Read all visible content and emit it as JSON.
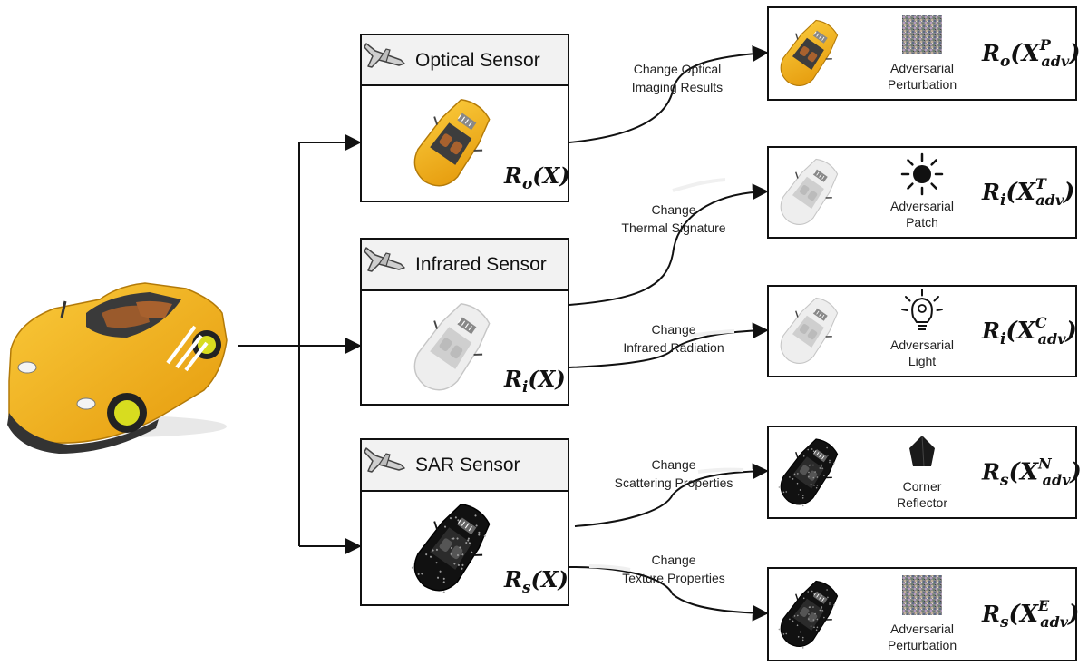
{
  "colors": {
    "car_yellow": "#F2B21B",
    "box_header": "#F2F2F2",
    "line": "#111111"
  },
  "input": {
    "icon": "sports-car-image"
  },
  "sensors": [
    {
      "id": "optical",
      "title": "Optical Sensor",
      "result_base": "R",
      "result_sub": "o",
      "result_arg": "(X)",
      "image_style": "color"
    },
    {
      "id": "infrared",
      "title": "Infrared Sensor",
      "result_base": "R",
      "result_sub": "i",
      "result_arg": "(X)",
      "image_style": "infrared"
    },
    {
      "id": "sar",
      "title": "SAR Sensor",
      "result_base": "R",
      "result_sub": "s",
      "result_arg": "(X)",
      "image_style": "sar"
    }
  ],
  "edges": [
    {
      "line1": "Change Optical",
      "line2": "Imaging Results"
    },
    {
      "line1": "Change",
      "line2": "Thermal Signature"
    },
    {
      "line1": "Change",
      "line2": "Infrared Radiation"
    },
    {
      "line1": "Change",
      "line2": "Scattering Properties"
    },
    {
      "line1": "Change",
      "line2": "Texture Properties"
    }
  ],
  "outputs": [
    {
      "id": "perturbation-optical",
      "line1": "Adversarial",
      "line2": "Perturbation",
      "icon": "noise-patch-icon",
      "math_base": "R",
      "math_sub": "o",
      "math_x": "X",
      "math_sup": "P",
      "math_sub2": "adv"
    },
    {
      "id": "patch-infrared",
      "line1": "Adversarial",
      "line2": "Patch",
      "icon": "sun-icon",
      "math_base": "R",
      "math_sub": "i",
      "math_x": "X",
      "math_sup": "T",
      "math_sub2": "adv"
    },
    {
      "id": "light-infrared",
      "line1": "Adversarial",
      "line2": "Light",
      "icon": "light-bulb-icon",
      "math_base": "R",
      "math_sub": "i",
      "math_x": "X",
      "math_sup": "C",
      "math_sub2": "adv"
    },
    {
      "id": "reflector-sar",
      "line1": "Corner",
      "line2": "Reflector",
      "icon": "corner-reflector-icon",
      "math_base": "R",
      "math_sub": "s",
      "math_x": "X",
      "math_sup": "N",
      "math_sub2": "adv"
    },
    {
      "id": "perturbation-sar",
      "line1": "Adversarial",
      "line2": "Perturbation",
      "icon": "noise-patch-icon",
      "math_base": "R",
      "math_sub": "s",
      "math_x": "X",
      "math_sup": "E",
      "math_sub2": "adv"
    }
  ]
}
